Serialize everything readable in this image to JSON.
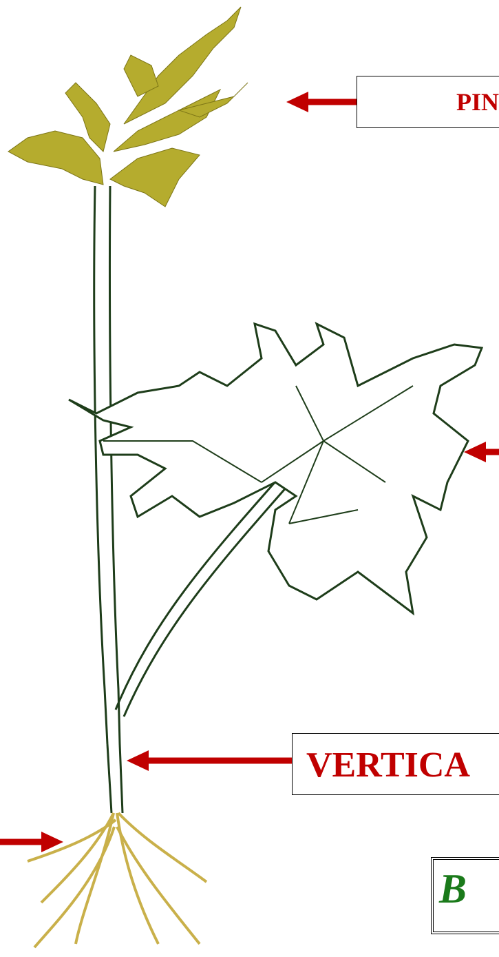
{
  "labels": {
    "pinnae": "PIN",
    "vertical": "VERTICA",
    "title_initial": "B"
  },
  "colors": {
    "arrow": "#c00000",
    "stem_outline": "#1e3d1a",
    "sporangia": "#b5ac2e",
    "roots": "#c9b04a",
    "title_text": "#1a7a1a"
  },
  "icons": {
    "plant": "fern-plant-illustration",
    "arrow": "arrow-left-icon"
  }
}
